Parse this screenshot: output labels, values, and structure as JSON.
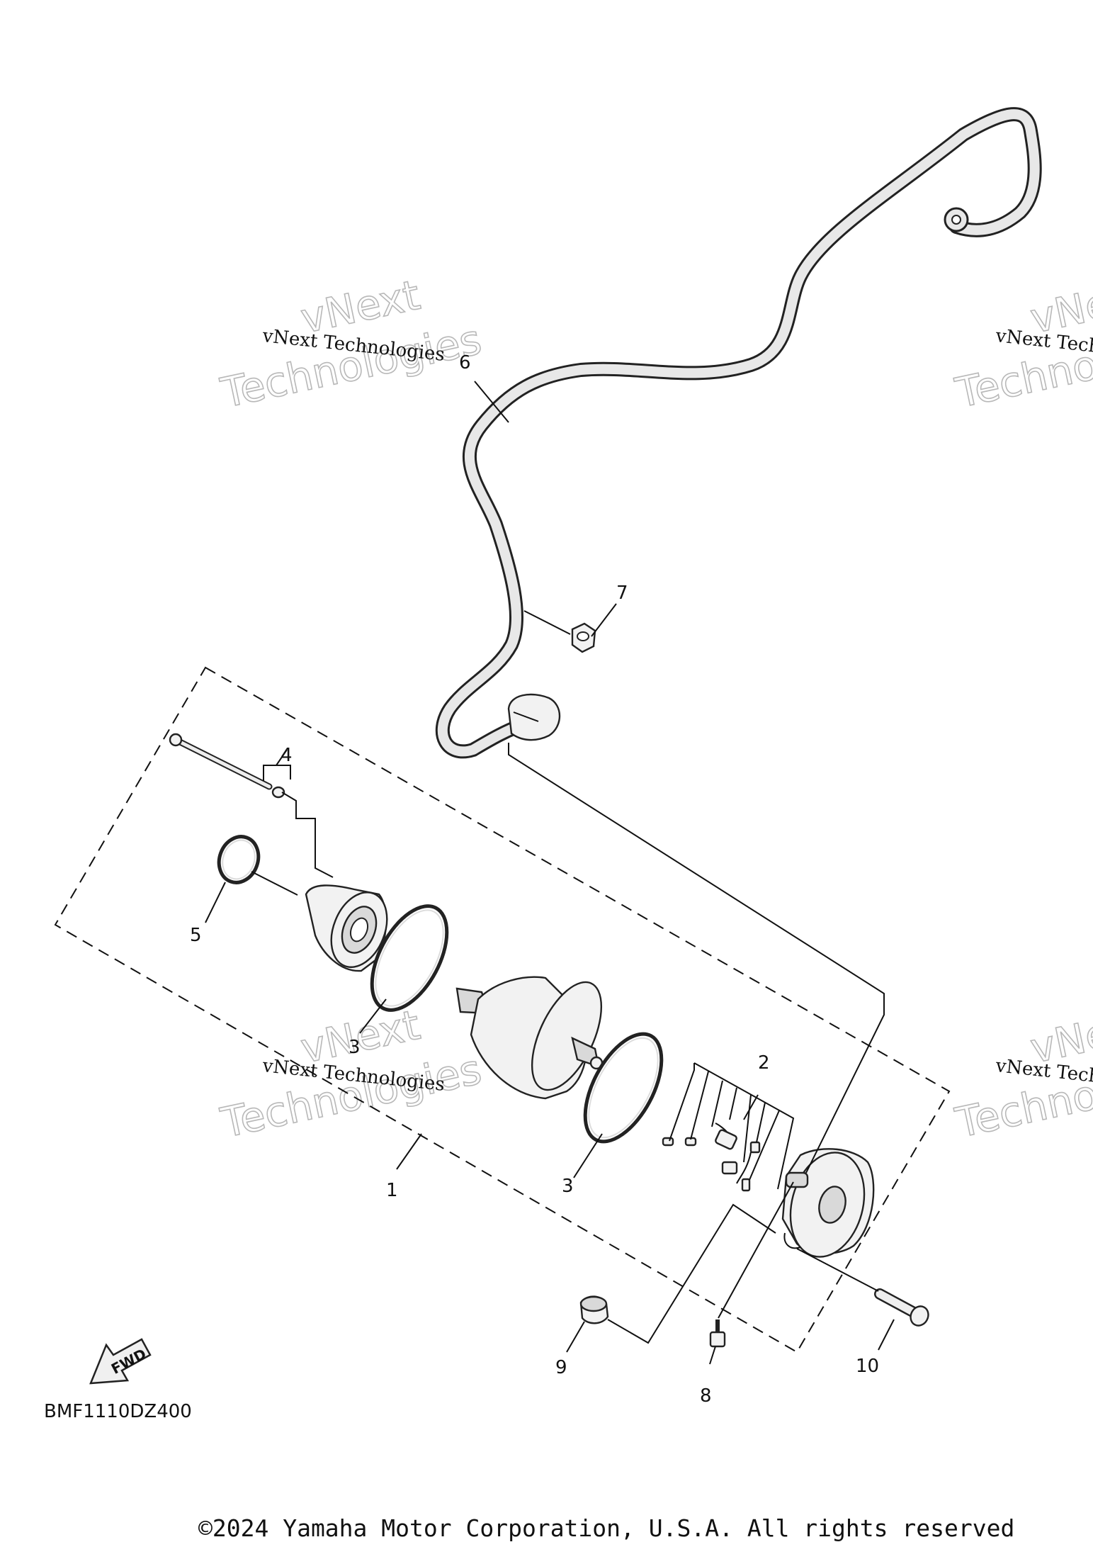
{
  "diagram_code": "BMF1110DZ400",
  "copyright": "©2024 Yamaha Motor Corporation, U.S.A. All rights reserved",
  "fwd_label": "FWD",
  "watermark": {
    "small_text": "vNext Technologies",
    "big_line1": "vNext",
    "big_line2": "Technologies"
  },
  "callouts": {
    "p1": "1",
    "p2": "2",
    "p3a": "3",
    "p3b": "3",
    "p4": "4",
    "p5": "5",
    "p6": "6",
    "p7": "7",
    "p8": "8",
    "p9": "9",
    "p10": "10"
  }
}
